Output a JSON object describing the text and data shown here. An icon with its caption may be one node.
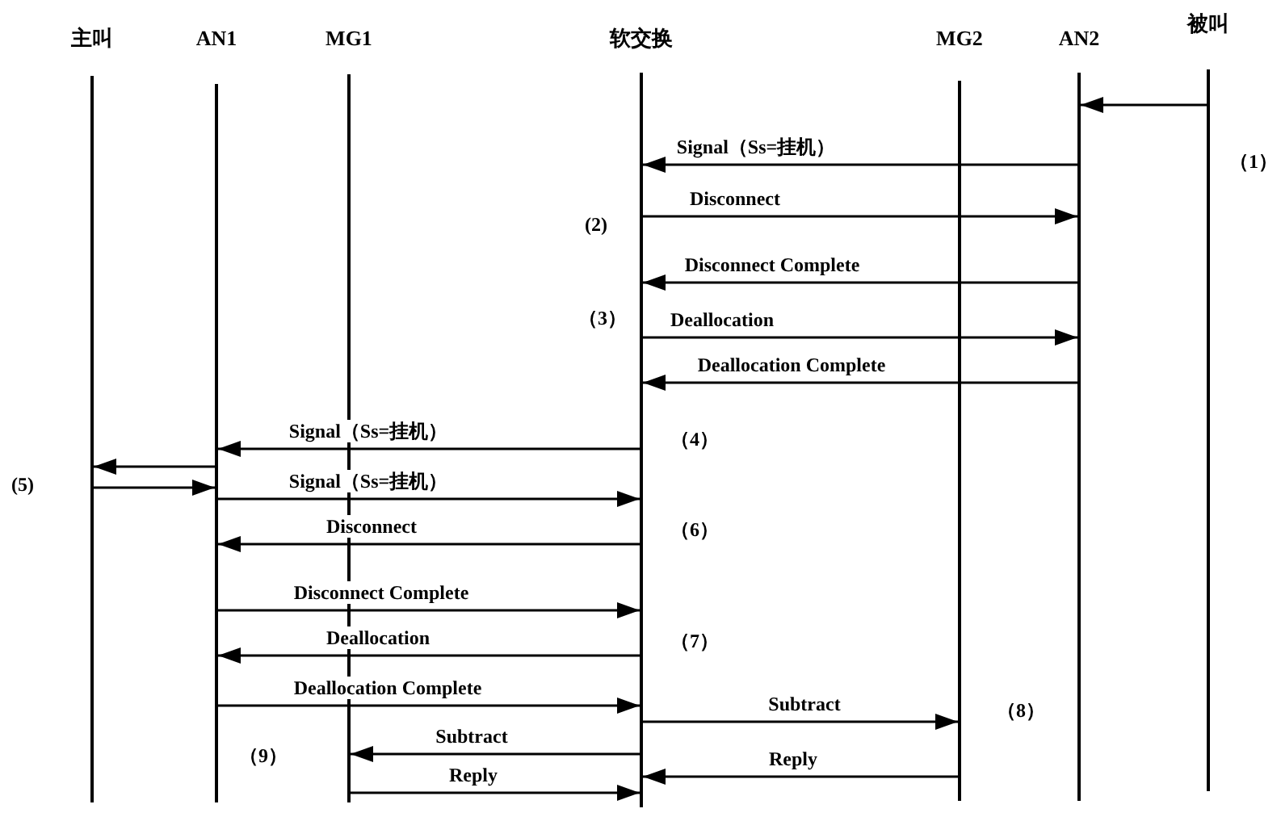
{
  "diagram": {
    "nodes": [
      {
        "text": [
          "主叫"
        ]
      },
      {
        "text": [
          "AN1"
        ]
      },
      {
        "text": [
          "MG1"
        ]
      },
      {
        "text": [
          "软交换"
        ]
      },
      {
        "text": [
          "MG2"
        ]
      },
      {
        "text": [
          "AN2"
        ]
      },
      {
        "text": [
          "被叫"
        ]
      }
    ],
    "edges": [
      {
        "from": 6,
        "to": 5,
        "arrow": "to"
      },
      {
        "from": 5,
        "to": 3,
        "arrow": "to",
        "label": "Signal（Ss=挂机）"
      },
      {
        "from": 3,
        "to": 5,
        "arrow": "to",
        "label": "Disconnect"
      },
      {
        "from": 5,
        "to": 3,
        "arrow": "to",
        "label": "Disconnect Complete"
      },
      {
        "from": 3,
        "to": 5,
        "arrow": "to",
        "label": "Deallocation"
      },
      {
        "from": 5,
        "to": 3,
        "arrow": "to",
        "label": "Deallocation Complete"
      },
      {
        "from": 3,
        "to": 1,
        "arrow": "to",
        "label": "Signal（Ss=挂机）"
      },
      {
        "from": 1,
        "to": 0,
        "arrow": "to"
      },
      {
        "from": 0,
        "to": 1,
        "arrow": "to"
      },
      {
        "from": 1,
        "to": 3,
        "arrow": "to",
        "label": "Signal（Ss=挂机）"
      },
      {
        "from": 3,
        "to": 1,
        "arrow": "to",
        "label": "Disconnect"
      },
      {
        "from": 1,
        "to": 3,
        "arrow": "to",
        "label": "Disconnect Complete"
      },
      {
        "from": 3,
        "to": 1,
        "arrow": "to",
        "label": "Deallocation"
      },
      {
        "from": 1,
        "to": 3,
        "arrow": "to",
        "label": "Deallocation Complete"
      },
      {
        "from": 3,
        "to": 4,
        "arrow": "to",
        "label": "Subtract"
      },
      {
        "from": 3,
        "to": 2,
        "arrow": "to",
        "label": "Subtract"
      },
      {
        "from": 4,
        "to": 3,
        "arrow": "to",
        "label": "Reply"
      },
      {
        "from": 2,
        "to": 3,
        "arrow": "to",
        "label": "Reply"
      }
    ],
    "labels": [
      "（1）",
      "(2)",
      "（3）",
      "（4）",
      "(5)",
      "（6）",
      "（7）",
      "（8）",
      "（9）"
    ]
  }
}
